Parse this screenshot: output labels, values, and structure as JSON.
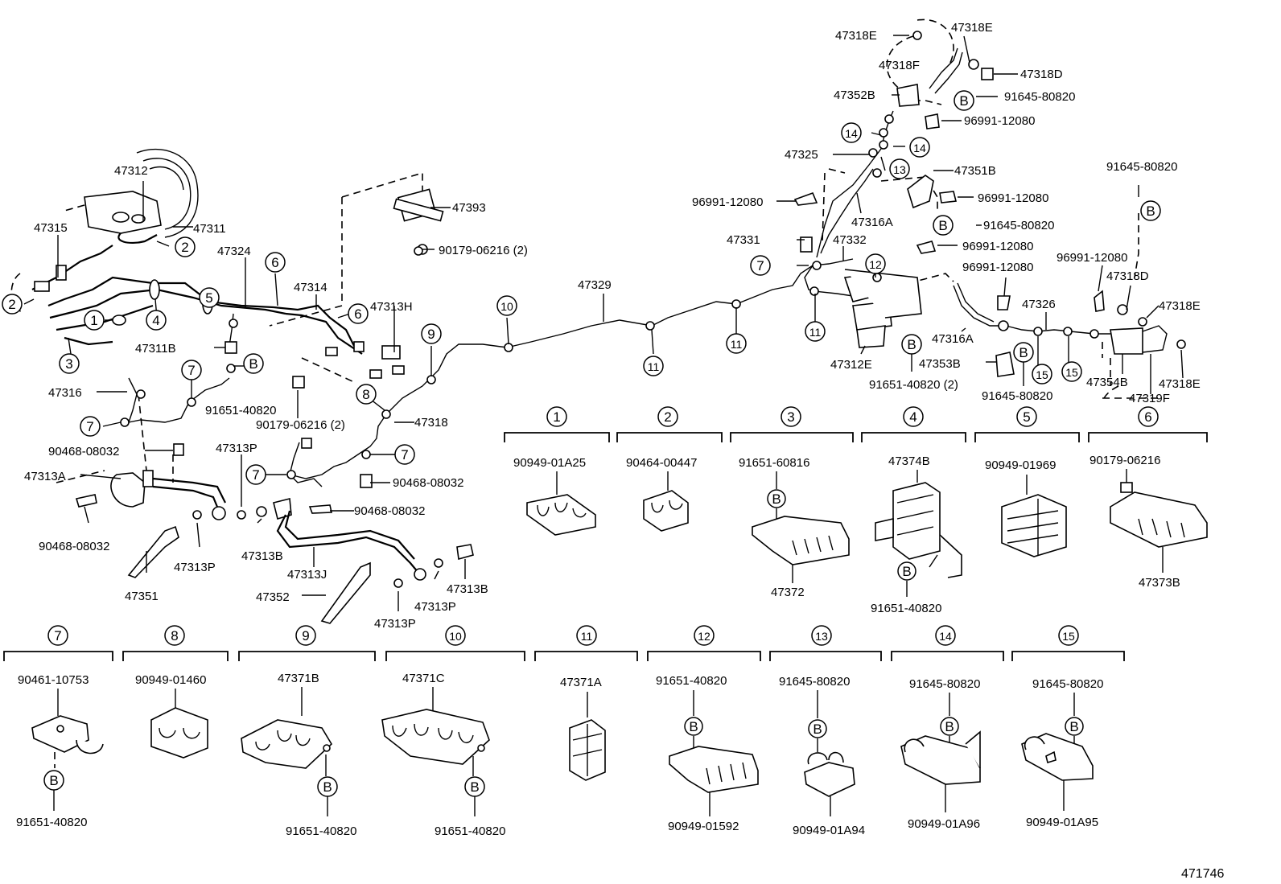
{
  "diagram_id": "471746",
  "part_labels": {
    "p47312": "47312",
    "p47311": "47311",
    "p47315": "47315",
    "p47324": "47324",
    "p47314": "47314",
    "p47313H": "47313H",
    "p47311B": "47311B",
    "p91651_40820a": "91651-40820",
    "p47316": "47316",
    "p90468_08032a": "90468-08032",
    "p47313A": "47313A",
    "p90468_08032b": "90468-08032",
    "p47351": "47351",
    "p47313Pa": "47313P",
    "p47313Pb": "47313P",
    "p47313B": "47313B",
    "p47313J": "47313J",
    "p47352": "47352",
    "p47313Pc": "47313P",
    "p47313Pd": "47313P",
    "p47313Bb": "47313B",
    "p90468_08032c": "90468-08032",
    "p90468_08032d": "90468-08032",
    "p90179_06216a": "90179-06216 (2)",
    "p91651_40820b": "91651-40820",
    "p47318": "47318",
    "p47393": "47393",
    "p90179_06216b": "90179-06216 (2)",
    "p47329": "47329",
    "p47318Ea": "47318E",
    "p47318Eb": "47318E",
    "p47318F": "47318F",
    "p47318D": "47318D",
    "p47352B": "47352B",
    "p91645_80820a": "91645-80820",
    "p96991_12080a": "96991-12080",
    "p47325": "47325",
    "p47351B": "47351B",
    "p96991_12080b": "96991-12080",
    "p96991_12080c": "96991-12080",
    "p47316A": "47316A",
    "p91645_80820b": "91645-80820",
    "p96991_12080d": "96991-12080",
    "p47331": "47331",
    "p47332": "47332",
    "p96991_12080e": "96991-12080",
    "p96991_12080f": "96991-12080",
    "p91645_80820c": "91645-80820",
    "p47318Db": "47318D",
    "p47318Ec": "47318E",
    "p47326": "47326",
    "p47316Ab": "47316A",
    "p47312E": "47312E",
    "p47353B": "47353B",
    "p91651_40820c": "91651-40820 (2)",
    "p91645_80820d": "91645-80820",
    "p47354B": "47354B",
    "p47319F": "47319F",
    "p47318Ed": "47318E"
  },
  "callouts": {
    "c1": "1",
    "c2a": "2",
    "c2b": "2",
    "c3": "3",
    "c4": "4",
    "c5": "5",
    "c6a": "6",
    "c6b": "6",
    "c7a": "7",
    "c7b": "7",
    "c7c": "7",
    "c7d": "7",
    "c7e": "7",
    "c8": "8",
    "c9": "9",
    "c10": "10",
    "c11a": "11",
    "c11b": "11",
    "c11c": "11",
    "c12": "12",
    "c13": "13",
    "c14a": "14",
    "c14b": "14",
    "c15a": "15",
    "c15b": "15",
    "cB": "B"
  },
  "clamp_details": [
    {
      "num": "1",
      "top": "90949-01A25",
      "bottom": ""
    },
    {
      "num": "2",
      "top": "90464-00447",
      "bottom": ""
    },
    {
      "num": "3",
      "top": "91651-60816",
      "bottom": "47372"
    },
    {
      "num": "4",
      "top": "47374B",
      "bottom": "91651-40820"
    },
    {
      "num": "5",
      "top": "90949-01969",
      "bottom": ""
    },
    {
      "num": "6",
      "top": "90179-06216",
      "bottom": "47373B"
    },
    {
      "num": "7",
      "top": "90461-10753",
      "bottom": "91651-40820"
    },
    {
      "num": "8",
      "top": "90949-01460",
      "bottom": ""
    },
    {
      "num": "9",
      "top": "47371B",
      "bottom": "91651-40820"
    },
    {
      "num": "10",
      "top": "47371C",
      "bottom": "91651-40820"
    },
    {
      "num": "11",
      "top": "47371A",
      "bottom": ""
    },
    {
      "num": "12",
      "top": "91651-40820",
      "bottom": "90949-01592"
    },
    {
      "num": "13",
      "top": "91645-80820",
      "bottom": "90949-01A94"
    },
    {
      "num": "14",
      "top": "91645-80820",
      "bottom": "90949-01A96"
    },
    {
      "num": "15",
      "top": "91645-80820",
      "bottom": "90949-01A95"
    }
  ]
}
